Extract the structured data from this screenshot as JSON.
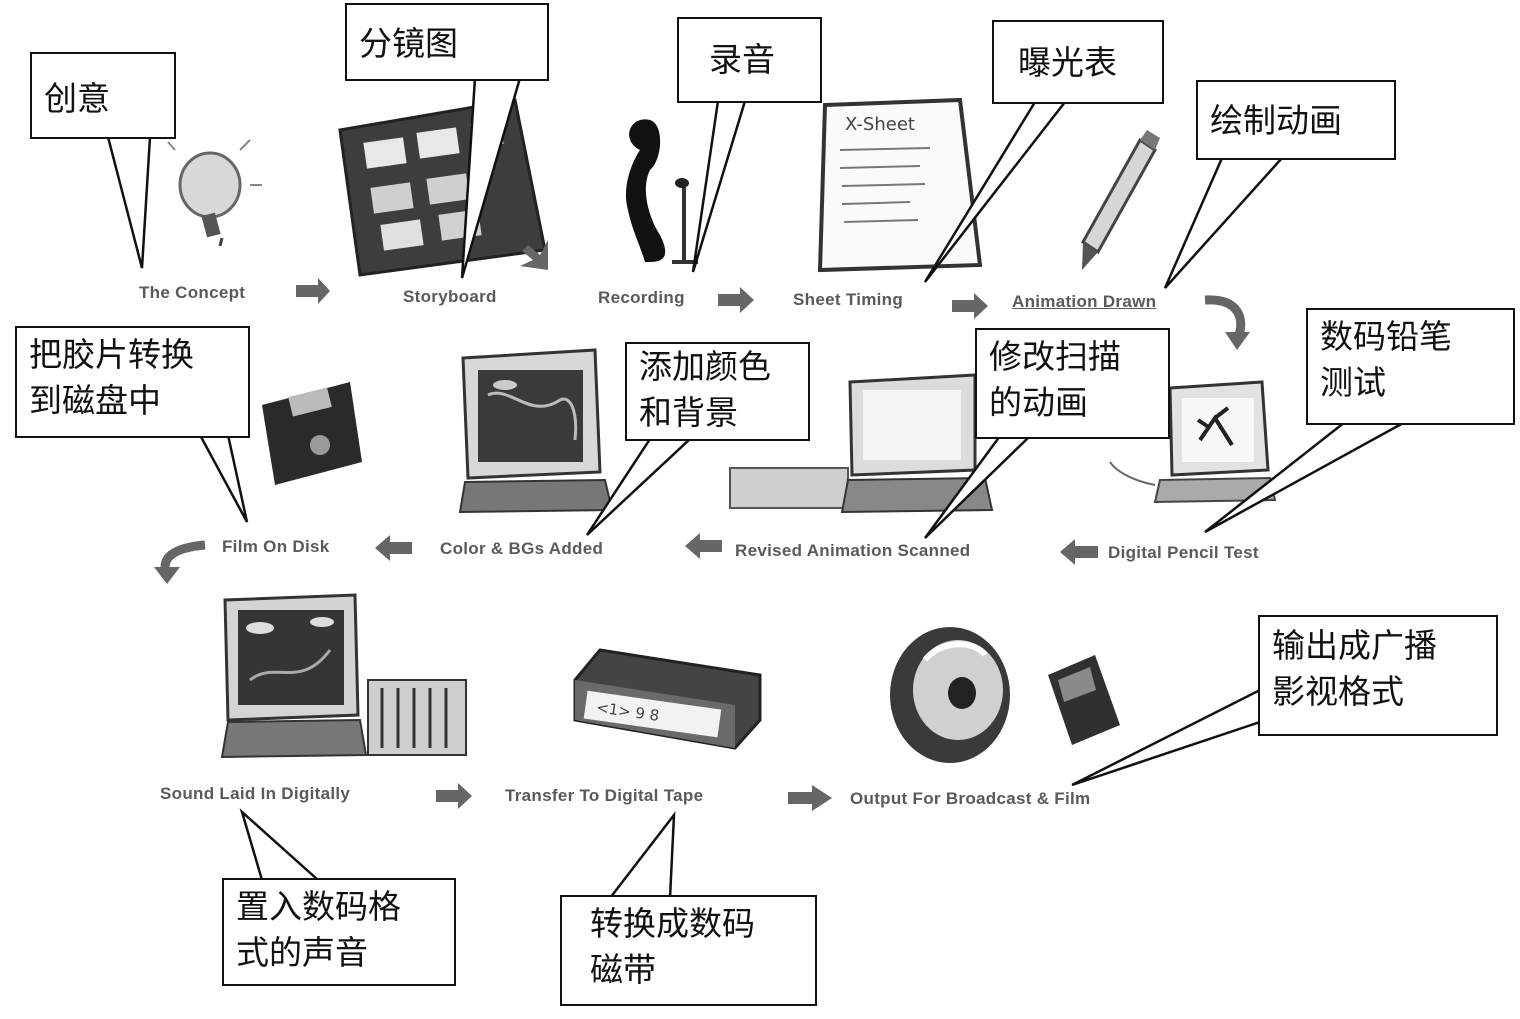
{
  "steps": {
    "concept": {
      "en": "The Concept",
      "zh": [
        "创意"
      ]
    },
    "storyboard": {
      "en": "Storyboard",
      "zh": [
        "分镜图"
      ]
    },
    "recording": {
      "en": "Recording",
      "zh": [
        "录音"
      ]
    },
    "sheet_timing": {
      "en": "Sheet Timing",
      "zh": [
        "曝光表"
      ]
    },
    "animation_drawn": {
      "en": "Animation Drawn",
      "zh": [
        "绘制动画"
      ]
    },
    "pencil_test": {
      "en": "Digital Pencil Test",
      "zh": [
        "数码铅笔",
        "测试"
      ]
    },
    "revised_scanned": {
      "en": "Revised Animation Scanned",
      "zh": [
        "修改扫描",
        "的动画"
      ]
    },
    "color_bgs": {
      "en": "Color & BGs  Added",
      "zh": [
        "添加颜色",
        "和背景"
      ]
    },
    "film_disk": {
      "en": "Film On Disk",
      "zh": [
        "把胶片转换",
        "到磁盘中"
      ]
    },
    "sound_laid": {
      "en": "Sound Laid In Digitally",
      "zh": [
        "置入数码格",
        "式的声音"
      ]
    },
    "digital_tape": {
      "en": "Transfer To Digital Tape",
      "zh": [
        "转换成数码",
        "磁带"
      ]
    },
    "output": {
      "en": "Output For Broadcast & Film",
      "zh": [
        "输出成广播",
        "影视格式"
      ]
    }
  },
  "sheet_text": "X-Sheet",
  "tape_text": "<1> 9 8"
}
